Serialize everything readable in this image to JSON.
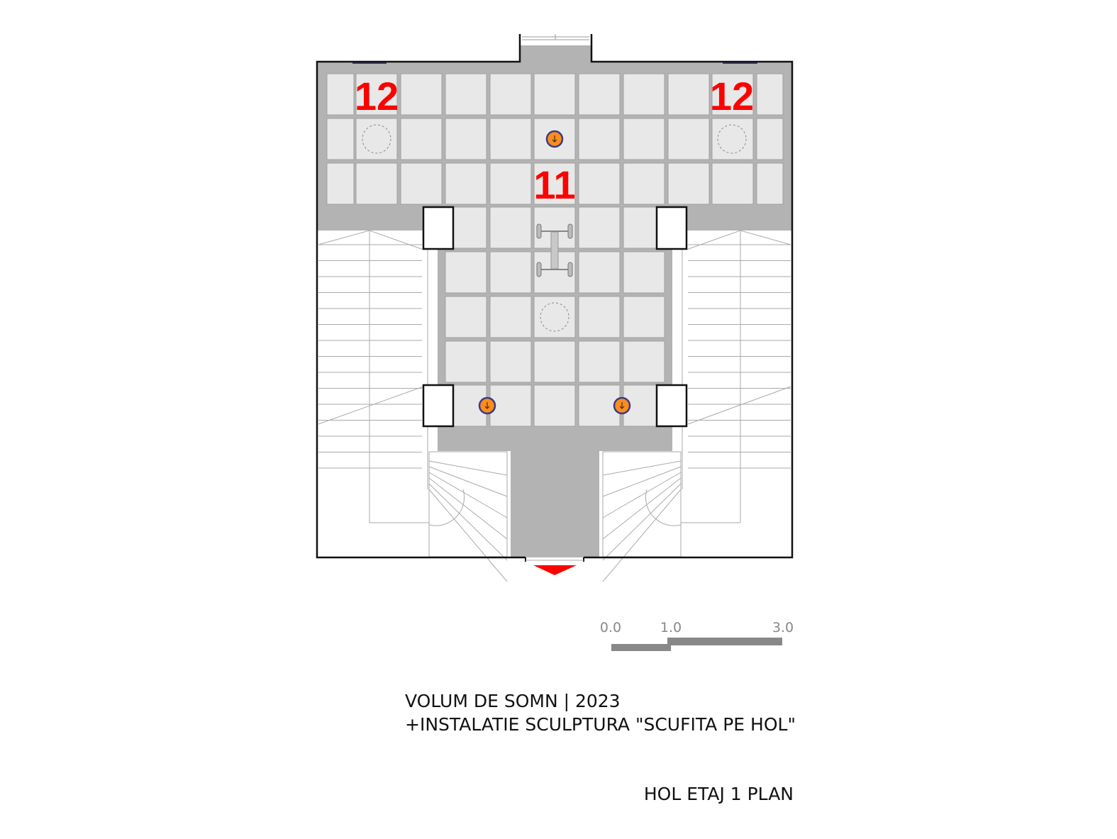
{
  "plan": {
    "room_labels": {
      "left": "12",
      "right": "12",
      "center": "11"
    },
    "colors": {
      "floor_band": "#b3b3b3",
      "tile": "#e8e8e8",
      "label": "#ff0000",
      "drain": "#ff8c1a",
      "drain_border": "#3b3b86",
      "entry_arrow": "#ff0000"
    }
  },
  "scale_bar": {
    "ticks": [
      "0.0",
      "1.0",
      "3.0"
    ]
  },
  "titles": {
    "line1": "VOLUM DE SOMN | 2023",
    "line2": "+INSTALATIE SCULPTURA \"SCUFITA PE HOL\"",
    "plan_name": "HOL ETAJ 1 PLAN"
  }
}
